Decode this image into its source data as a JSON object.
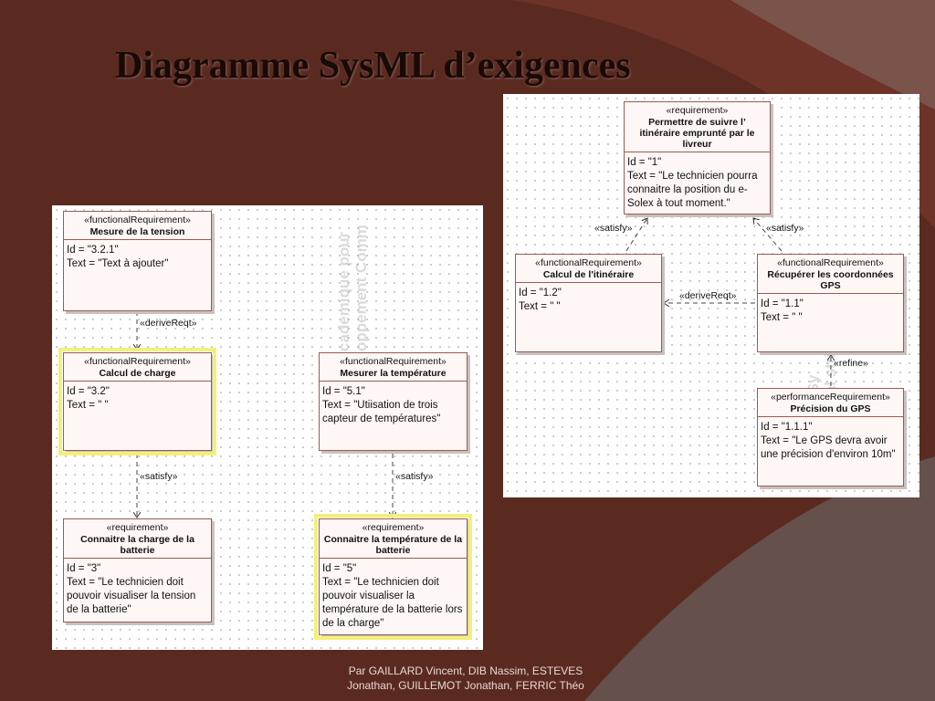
{
  "slide": {
    "title": "Diagramme SysML d’exigences",
    "footer_line1": "Par GAILLARD Vincent, DIB Nassim, ESTEVES",
    "footer_line2": "Jonathan, GUILLEMOT Jonathan, FERRIC Théo"
  },
  "left_diagram": {
    "boxes": [
      {
        "stereotype": "«functionalRequirement»",
        "name": "Mesure de la tension",
        "id_line": "Id = \"3.2.1\"",
        "text_line": "Text = \"Text à ajouter\""
      },
      {
        "stereotype": "«functionalRequirement»",
        "name": "Calcul de charge",
        "id_line": "Id = \"3.2\"",
        "text_line": "Text = \" \""
      },
      {
        "stereotype": "«requirement»",
        "name": "Connaitre la charge de la batterie",
        "id_line": "Id = \"3\"",
        "text_line": "Text = \"Le technicien doit pouvoir visualiser la tension de la batterie\""
      },
      {
        "stereotype": "«functionalRequirement»",
        "name": "Mesurer la température",
        "id_line": "Id = \"5.1\"",
        "text_line": "Text = \"Utiisation de trois capteur de températures\""
      },
      {
        "stereotype": "«requirement»",
        "name": "Connaitre la température de la batterie",
        "id_line": "Id = \"5\"",
        "text_line": "Text = \"Le technicien doit pouvoir visualiser la température de la batterie lors de la charge\""
      }
    ],
    "links": {
      "derive": "«deriveReqt»",
      "satisfy_1": "«satisfy»",
      "satisfy_2": "«satisfy»"
    },
    "watermark": "cademique pour\noppement Comm"
  },
  "right_diagram": {
    "boxes": [
      {
        "stereotype": "«requirement»",
        "name": "Permettre de suivre l’ itinéraire emprunté par le livreur",
        "id_line": "Id = \"1\"",
        "text_line": "Text = \"Le technicien pourra connaitre la position du e-Solex à tout moment.\""
      },
      {
        "stereotype": "«functionalRequirement»",
        "name": "Calcul de l'itinéraire",
        "id_line": "Id = \"1.2\"",
        "text_line": "Text = \" \""
      },
      {
        "stereotype": "«functionalRequirement»",
        "name": "Récupérer les coordonnées GPS",
        "id_line": "Id = \"1.1\"",
        "text_line": "Text = \" \""
      },
      {
        "stereotype": "«performanceRequirement»",
        "name": "Précision du GPS",
        "id_line": "Id = \"1.1.1\"",
        "text_line": "Text = \"Le GPS devra avoir une précision d'environ 10m\""
      }
    ],
    "links": {
      "satisfy_left": "«satisfy»",
      "satisfy_right": "«satisfy»",
      "derive": "«deriveReqt»",
      "refine": "«refine»"
    },
    "watermark": "ur Sy\nrcial strict"
  },
  "colors": {
    "background": "#5a2a20",
    "highlight": "#f3f07a",
    "box_border": "#9a5a50",
    "box_fill": "#fff7f5"
  }
}
